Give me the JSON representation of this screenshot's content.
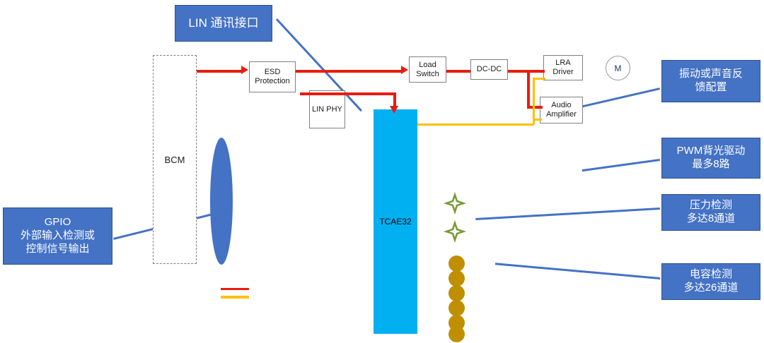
{
  "diagram": {
    "title_callouts": {
      "lin": {
        "text": "LIN 通讯接口"
      },
      "gpio": {
        "line1": "GPIO",
        "line2": "外部输入检测或",
        "line3": "控制信号输出"
      },
      "haptic": {
        "line1": "振动或声音反",
        "line2": "馈配置"
      },
      "pwm": {
        "line1": "PWM背光驱动",
        "line2": "最多8路"
      },
      "force": {
        "line1": "压力检测",
        "line2": "多达8通道"
      },
      "cap": {
        "line1": "电容检测",
        "line2": "多达26通道"
      }
    },
    "blocks": {
      "bcm": "BCM",
      "esd": {
        "line1": "ESD",
        "line2": "Protection"
      },
      "lin_phy": "LIN PHY",
      "load_switch": {
        "line1": "Load",
        "line2": "Switch"
      },
      "dcdc": "DC-DC",
      "lra": {
        "line1": "LRA",
        "line2": "Driver"
      },
      "audio": {
        "line1": "Audio",
        "line2": "Amplifier"
      },
      "motor": "M",
      "mcu": "TCAE32"
    },
    "legend": {
      "power_color": "#ea1c0d",
      "signal_color": "#ffc000"
    },
    "colors": {
      "callout_fill": "#4472c4",
      "callout_border": "#2f528f",
      "mcu_fill": "#00b0f0",
      "power_line": "#ea1c0d",
      "signal_line": "#ffc000",
      "sensor_outline": "#7a9a35",
      "touch_pad": "#bf8f00",
      "leader_line": "#4472c4"
    },
    "counts": {
      "backlight_segments": 6,
      "touch_pads": 6,
      "force_sensors": 2
    }
  }
}
